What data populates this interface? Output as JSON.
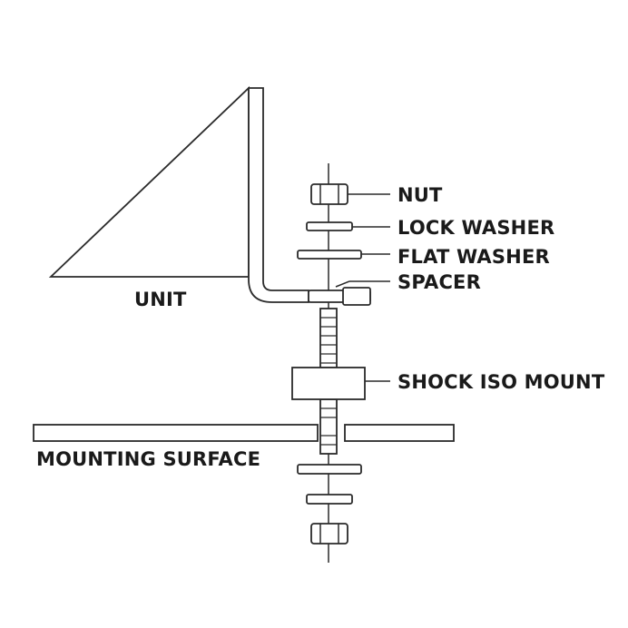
{
  "labels": {
    "unit": "UNIT",
    "nut": "NUT",
    "lock_washer": "LOCK WASHER",
    "flat_washer": "FLAT WASHER",
    "spacer": "SPACER",
    "shock_iso_mount": "SHOCK ISO MOUNT",
    "mounting_surface": "MOUNTING SURFACE"
  },
  "colors": {
    "line": "#2a2a2a",
    "text": "#1a1a1a",
    "background": "#ffffff"
  }
}
